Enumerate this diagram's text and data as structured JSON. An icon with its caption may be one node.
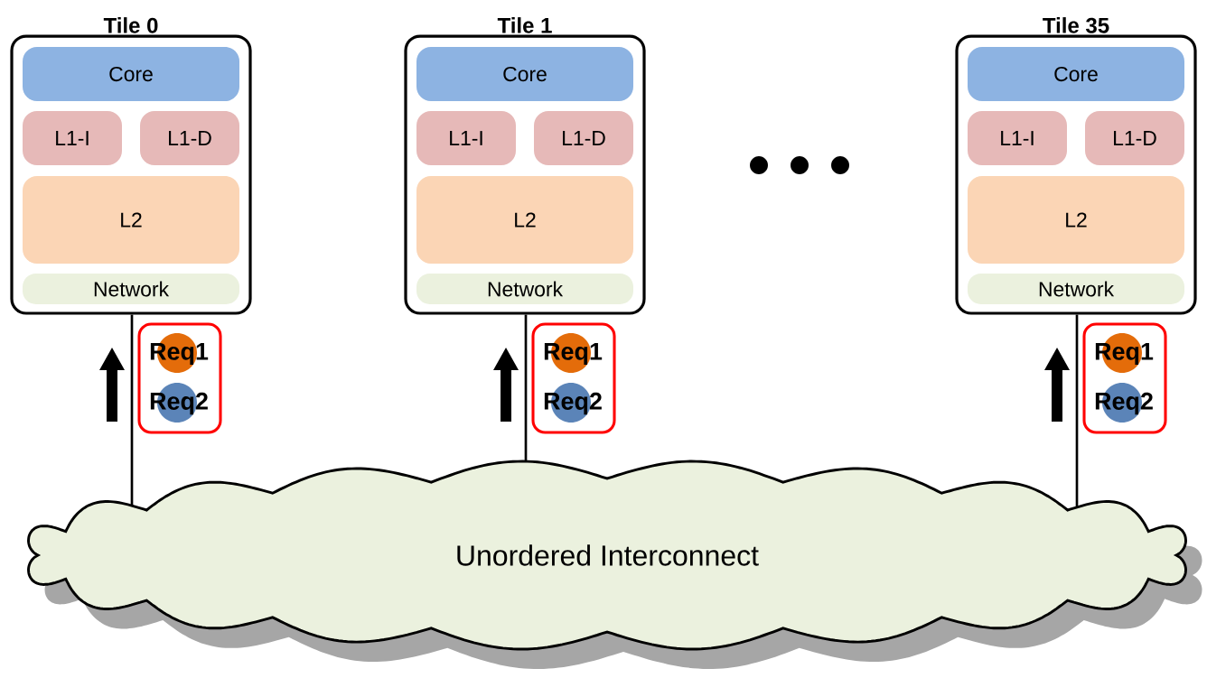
{
  "diagram": {
    "nodes": [
      {
        "text": [
          "Tile 0"
        ]
      },
      {
        "text": [
          "Core"
        ],
        "in": 0
      },
      {
        "text": [
          "L1-I"
        ],
        "in": 0
      },
      {
        "text": [
          "L1-D"
        ],
        "in": 0
      },
      {
        "text": [
          "L2"
        ],
        "in": 0
      },
      {
        "text": [
          "Network"
        ],
        "in": 0
      },
      {
        "text": [],
        "shape": "box"
      },
      {
        "text": [
          "Req1"
        ],
        "in": 6
      },
      {
        "text": [
          "Req2"
        ],
        "in": 6
      },
      {
        "text": [
          "Tile 1"
        ]
      },
      {
        "text": [
          "Core"
        ],
        "in": 9
      },
      {
        "text": [
          "L1-I"
        ],
        "in": 9
      },
      {
        "text": [
          "L1-D"
        ],
        "in": 9
      },
      {
        "text": [
          "L2"
        ],
        "in": 9
      },
      {
        "text": [
          "Network"
        ],
        "in": 9
      },
      {
        "text": [],
        "shape": "box"
      },
      {
        "text": [
          "Req1"
        ],
        "in": 15
      },
      {
        "text": [
          "Req2"
        ],
        "in": 15
      },
      {
        "text": [
          "Tile 35"
        ]
      },
      {
        "text": [
          "Core"
        ],
        "in": 18
      },
      {
        "text": [
          "L1-I"
        ],
        "in": 18
      },
      {
        "text": [
          "L1-D"
        ],
        "in": 18
      },
      {
        "text": [
          "L2"
        ],
        "in": 18
      },
      {
        "text": [
          "Network"
        ],
        "in": 18
      },
      {
        "text": [],
        "shape": "box"
      },
      {
        "text": [
          "Req1"
        ],
        "in": 24
      },
      {
        "text": [
          "Req2"
        ],
        "in": 24
      },
      {
        "text": [
          "Unordered Interconnect"
        ]
      }
    ],
    "edges": [
      {
        "from": 0,
        "to": 27,
        "arrow": "none"
      },
      {
        "from": 9,
        "to": 27,
        "arrow": "none"
      },
      {
        "from": 18,
        "to": 27,
        "arrow": "none"
      }
    ]
  }
}
